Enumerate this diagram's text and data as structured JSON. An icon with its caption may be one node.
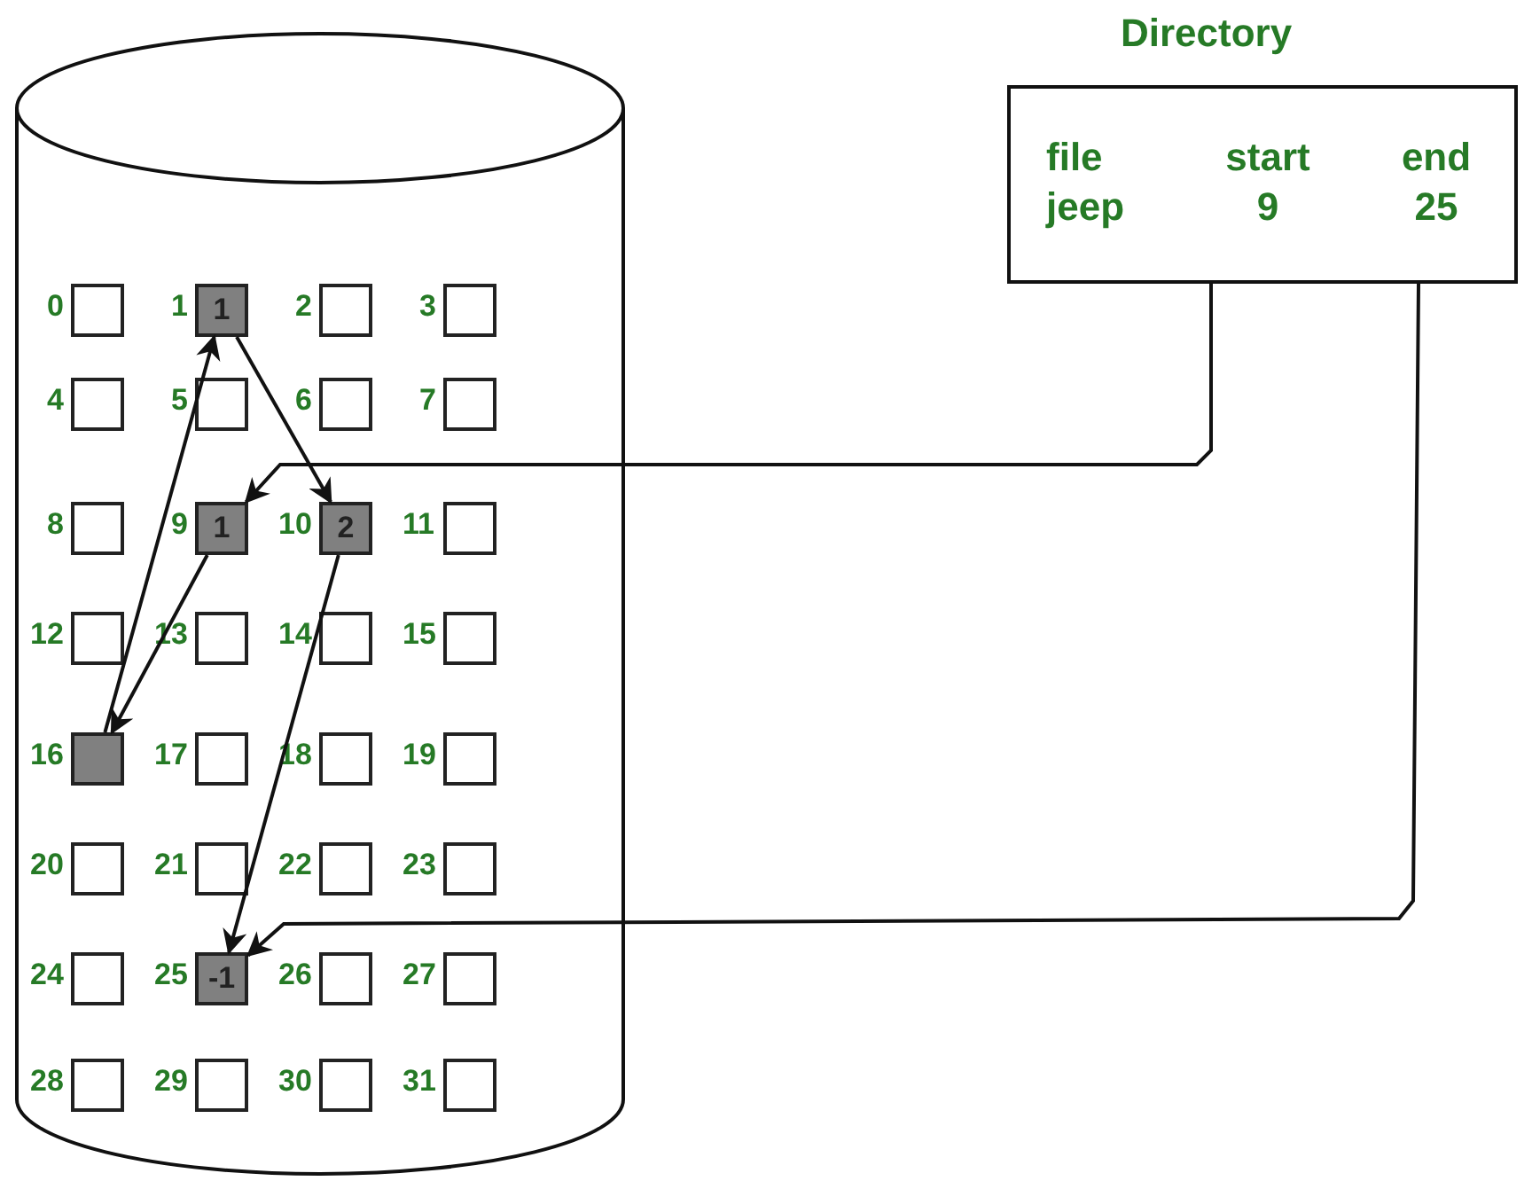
{
  "diagram": {
    "nodes": [
      {
        "text": [],
        "shape": "cylinder"
      },
      {
        "text": [],
        "shape": "box",
        "beside": [
          "0"
        ],
        "in": 0
      },
      {
        "text": [
          "1"
        ],
        "beside": [
          "1"
        ],
        "in": 0
      },
      {
        "text": [],
        "shape": "box",
        "beside": [
          "2"
        ],
        "in": 0
      },
      {
        "text": [],
        "shape": "box",
        "beside": [
          "3"
        ],
        "in": 0
      },
      {
        "text": [],
        "shape": "box",
        "beside": [
          "4"
        ],
        "in": 0
      },
      {
        "text": [],
        "shape": "box",
        "beside": [
          "5"
        ],
        "in": 0
      },
      {
        "text": [],
        "shape": "box",
        "beside": [
          "6"
        ],
        "in": 0
      },
      {
        "text": [],
        "shape": "box",
        "beside": [
          "7"
        ],
        "in": 0
      },
      {
        "text": [],
        "shape": "box",
        "beside": [
          "8"
        ],
        "in": 0
      },
      {
        "text": [
          "1"
        ],
        "beside": [
          "9"
        ],
        "in": 0
      },
      {
        "text": [
          "2"
        ],
        "beside": [
          "10"
        ],
        "in": 0
      },
      {
        "text": [],
        "shape": "box",
        "beside": [
          "11"
        ],
        "in": 0
      },
      {
        "text": [],
        "shape": "box",
        "beside": [
          "12"
        ],
        "in": 0
      },
      {
        "text": [],
        "shape": "box",
        "beside": [
          "13"
        ],
        "in": 0
      },
      {
        "text": [],
        "shape": "box",
        "beside": [
          "14"
        ],
        "in": 0
      },
      {
        "text": [],
        "shape": "box",
        "beside": [
          "15"
        ],
        "in": 0
      },
      {
        "text": [],
        "shape": "box",
        "beside": [
          "16"
        ],
        "in": 0
      },
      {
        "text": [],
        "shape": "box",
        "beside": [
          "17"
        ],
        "in": 0
      },
      {
        "text": [],
        "shape": "box",
        "beside": [
          "18"
        ],
        "in": 0
      },
      {
        "text": [],
        "shape": "box",
        "beside": [
          "19"
        ],
        "in": 0
      },
      {
        "text": [],
        "shape": "box",
        "beside": [
          "20"
        ],
        "in": 0
      },
      {
        "text": [],
        "shape": "box",
        "beside": [
          "21"
        ],
        "in": 0
      },
      {
        "text": [],
        "shape": "box",
        "beside": [
          "22"
        ],
        "in": 0
      },
      {
        "text": [],
        "shape": "box",
        "beside": [
          "23"
        ],
        "in": 0
      },
      {
        "text": [],
        "shape": "box",
        "beside": [
          "24"
        ],
        "in": 0
      },
      {
        "text": [
          "-1"
        ],
        "beside": [
          "25"
        ],
        "in": 0
      },
      {
        "text": [],
        "shape": "box",
        "beside": [
          "26"
        ],
        "in": 0
      },
      {
        "text": [],
        "shape": "box",
        "beside": [
          "27"
        ],
        "in": 0
      },
      {
        "text": [],
        "shape": "box",
        "beside": [
          "28"
        ],
        "in": 0
      },
      {
        "text": [],
        "shape": "box",
        "beside": [
          "29"
        ],
        "in": 0
      },
      {
        "text": [],
        "shape": "box",
        "beside": [
          "30"
        ],
        "in": 0
      },
      {
        "text": [],
        "shape": "box",
        "beside": [
          "31"
        ],
        "in": 0
      },
      {
        "text": [
          "Directory",
          "file",
          "start",
          "end",
          "jeep",
          "9",
          "25"
        ]
      }
    ],
    "edges": [
      {
        "from": 33,
        "to": 10,
        "arrow": "to"
      },
      {
        "from": 10,
        "to": 17,
        "arrow": "to"
      },
      {
        "from": 17,
        "to": 2,
        "arrow": "to"
      },
      {
        "from": 2,
        "to": 11,
        "arrow": "to"
      },
      {
        "from": 11,
        "to": 26,
        "arrow": "to"
      },
      {
        "from": 33,
        "to": 26,
        "arrow": "to"
      }
    ]
  }
}
